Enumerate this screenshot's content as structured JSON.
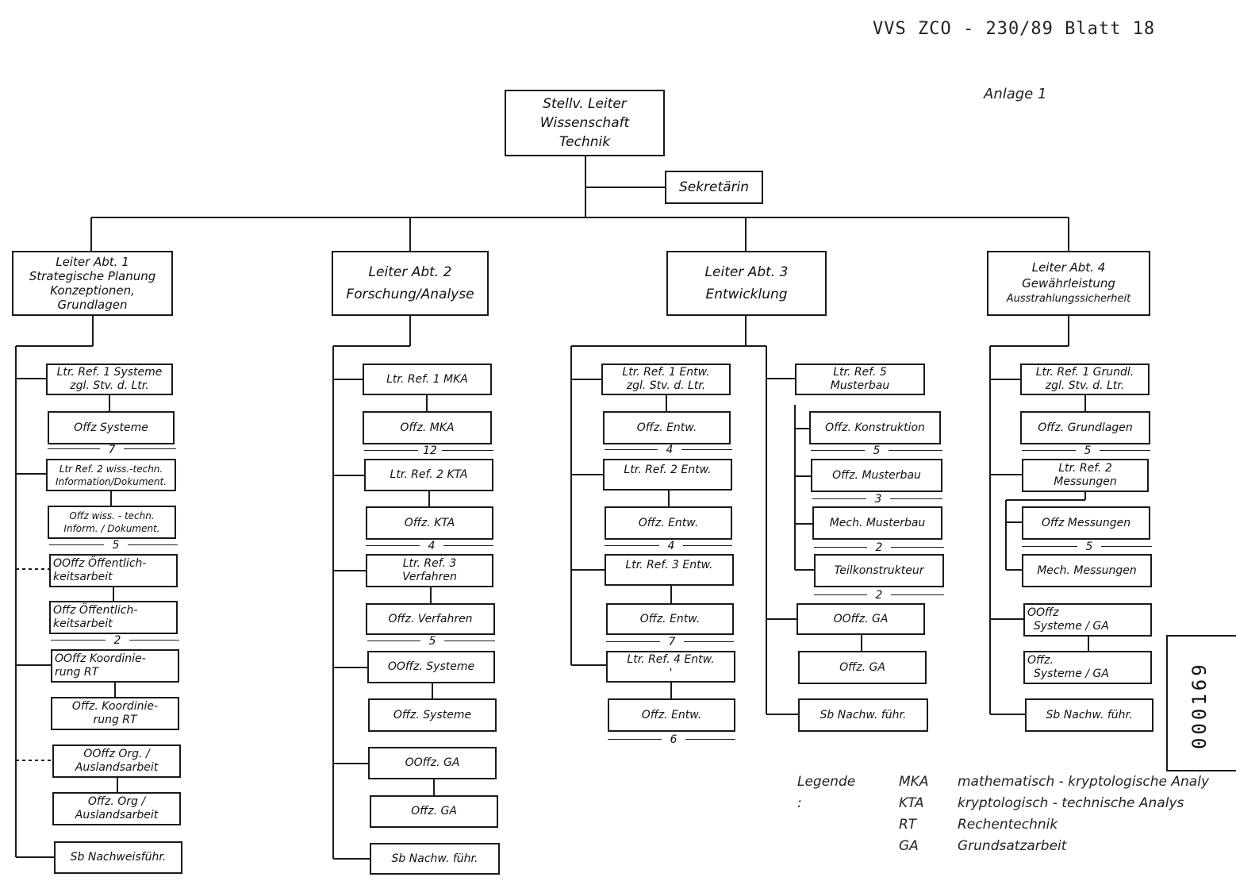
{
  "header": {
    "document_ref": "VVS  ZCO - 230/89  Blatt 18",
    "annex": "Anlage 1"
  },
  "stamp": {
    "number": "000169"
  },
  "org": {
    "top": {
      "lines": [
        "Stellv. Leiter",
        "Wissenschaft",
        "Technik"
      ]
    },
    "secretary": {
      "label": "Sekretärin"
    },
    "dept1": {
      "lines": [
        "Leiter  Abt. 1",
        "Strategische Planung",
        "Konzeptionen,",
        "Grundlagen"
      ],
      "units": [
        {
          "lines": [
            "Ltr. Ref. 1 Systeme",
            "zgl. Stv. d. Ltr."
          ]
        },
        {
          "lines": [
            "Offz  Systeme"
          ]
        },
        {
          "lines": [
            "Ltr Ref. 2 wiss.-techn.",
            "Information/Dokument."
          ]
        },
        {
          "lines": [
            "Offz wiss. - techn.",
            "Inform. / Dokument."
          ]
        },
        {
          "lines": [
            "OOffz Öffentlich-",
            "keitsarbeit"
          ]
        },
        {
          "lines": [
            "Offz Öffentlich-",
            "keitsarbeit"
          ]
        },
        {
          "lines": [
            "OOffz Koordinie-",
            "rung RT"
          ]
        },
        {
          "lines": [
            "Offz. Koordinie-",
            "rung RT"
          ]
        },
        {
          "lines": [
            "OOffz Org. /",
            "Auslandsarbeit"
          ]
        },
        {
          "lines": [
            "Offz. Org /",
            "Auslandsarbeit"
          ]
        },
        {
          "lines": [
            "Sb Nachweisführ."
          ]
        }
      ],
      "counts": [
        "7",
        "5",
        "2"
      ]
    },
    "dept2": {
      "lines": [
        "Leiter  Abt. 2",
        "Forschung/Analyse"
      ],
      "units": [
        {
          "lines": [
            "Ltr. Ref. 1  MKA"
          ]
        },
        {
          "lines": [
            "Offz.  MKA"
          ]
        },
        {
          "lines": [
            "Ltr. Ref. 2  KTA"
          ]
        },
        {
          "lines": [
            "Offz.   KTA"
          ]
        },
        {
          "lines": [
            "Ltr. Ref. 3",
            "Verfahren"
          ]
        },
        {
          "lines": [
            "Offz. Verfahren"
          ]
        },
        {
          "lines": [
            "OOffz. Systeme"
          ]
        },
        {
          "lines": [
            "Offz.  Systeme"
          ]
        },
        {
          "lines": [
            "OOffz.   GA"
          ]
        },
        {
          "lines": [
            "Offz.  GA"
          ]
        },
        {
          "lines": [
            "Sb Nachw. führ."
          ]
        }
      ],
      "counts": [
        "12",
        "4",
        "5"
      ]
    },
    "dept3": {
      "lines": [
        "Leiter  Abt. 3",
        "Entwicklung"
      ],
      "units_left": [
        {
          "lines": [
            "Ltr. Ref. 1 Entw.",
            "zgl. Stv. d. Ltr."
          ]
        },
        {
          "lines": [
            "Offz.  Entw."
          ]
        },
        {
          "lines": [
            "Ltr.  Ref.  2  Entw."
          ]
        },
        {
          "lines": [
            "Offz.  Entw."
          ]
        },
        {
          "lines": [
            "Ltr. Ref. 3 Entw."
          ]
        },
        {
          "lines": [
            "Offz.   Entw."
          ]
        },
        {
          "lines": [
            "Ltr. Ref. 4  Entw.",
            "'"
          ]
        },
        {
          "lines": [
            "Offz.  Entw."
          ]
        }
      ],
      "counts_left": [
        "4",
        "4",
        "7",
        "6"
      ],
      "units_right": [
        {
          "lines": [
            "Ltr. Ref. 5",
            "Musterbau"
          ]
        },
        {
          "lines": [
            "Offz. Konstruktion"
          ]
        },
        {
          "lines": [
            "Offz. Musterbau"
          ]
        },
        {
          "lines": [
            "Mech. Musterbau"
          ]
        },
        {
          "lines": [
            "Teilkonstrukteur"
          ]
        },
        {
          "lines": [
            "OOffz.  GA"
          ]
        },
        {
          "lines": [
            "Offz.  GA"
          ]
        },
        {
          "lines": [
            "Sb  Nachw. führ."
          ]
        }
      ],
      "counts_right": [
        "5",
        "3",
        "2",
        "2"
      ]
    },
    "dept4": {
      "lines": [
        "Leiter  Abt. 4",
        "Gewährleistung",
        "Ausstrahlungssicherheit"
      ],
      "units": [
        {
          "lines": [
            "Ltr. Ref. 1 Grundl.",
            "zgl. Stv. d. Ltr."
          ]
        },
        {
          "lines": [
            "Offz. Grundlagen"
          ]
        },
        {
          "lines": [
            "Ltr.  Ref.  2",
            "Messungen"
          ]
        },
        {
          "lines": [
            "Offz Messungen"
          ]
        },
        {
          "lines": [
            "Mech. Messungen"
          ]
        },
        {
          "lines": [
            "OOffz",
            "Systeme / GA"
          ]
        },
        {
          "lines": [
            "Offz.",
            "Systeme / GA"
          ]
        },
        {
          "lines": [
            "Sb Nachw. führ."
          ]
        }
      ],
      "counts": [
        "5",
        "5"
      ]
    }
  },
  "legend": {
    "title": "Legende :",
    "items": [
      {
        "abbr": "MKA",
        "text": "mathematisch - kryptologische Analy"
      },
      {
        "abbr": "KTA",
        "text": "kryptologisch - technische  Analys"
      },
      {
        "abbr": "RT",
        "text": "Rechentechnik"
      },
      {
        "abbr": "GA",
        "text": "Grundsatzarbeit"
      }
    ]
  }
}
